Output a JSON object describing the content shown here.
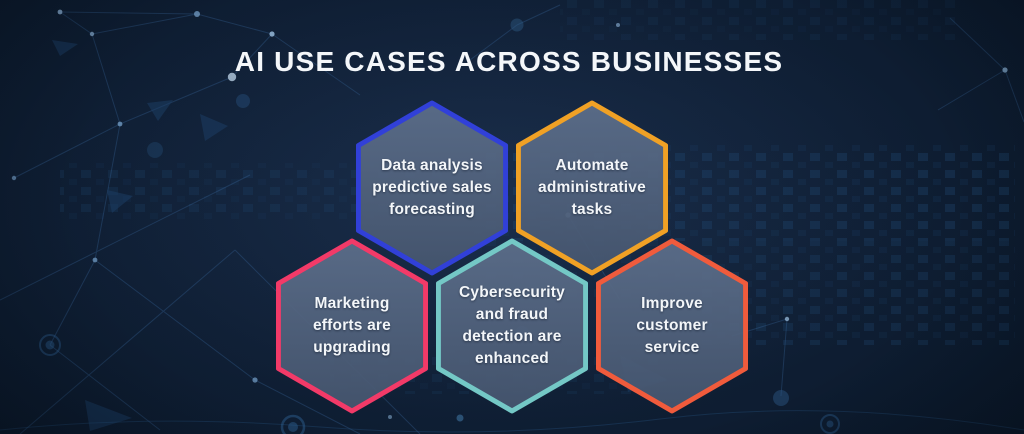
{
  "title": "AI USE CASES ACROSS BUSINESSES",
  "theme": {
    "background": "#0d1c30",
    "hex_fill_top": "#5d6f8b",
    "hex_fill_bottom": "#46566f",
    "text_color": "#f3f6f9"
  },
  "hexagons": [
    {
      "name": "data-analysis",
      "label": "Data analysis predictive sales forecasting",
      "lines": [
        "Data analysis",
        "predictive sales",
        "forecasting"
      ],
      "border_color": "#3140d8"
    },
    {
      "name": "automate-admin",
      "label": "Automate administrative tasks",
      "lines": [
        "Automate",
        "administrative",
        "tasks"
      ],
      "border_color": "#f0a125"
    },
    {
      "name": "marketing",
      "label": "Marketing efforts are upgrading",
      "lines": [
        "Marketing",
        "efforts are",
        "upgrading"
      ],
      "border_color": "#f23a68"
    },
    {
      "name": "cybersecurity",
      "label": "Cybersecurity and fraud detection are enhanced",
      "lines": [
        "Cybersecurity",
        "and fraud",
        "detection are",
        "enhanced"
      ],
      "border_color": "#74c8c6"
    },
    {
      "name": "customer-service",
      "label": "Improve customer service",
      "lines": [
        "Improve",
        "customer",
        "service"
      ],
      "border_color": "#f05b3c"
    }
  ]
}
